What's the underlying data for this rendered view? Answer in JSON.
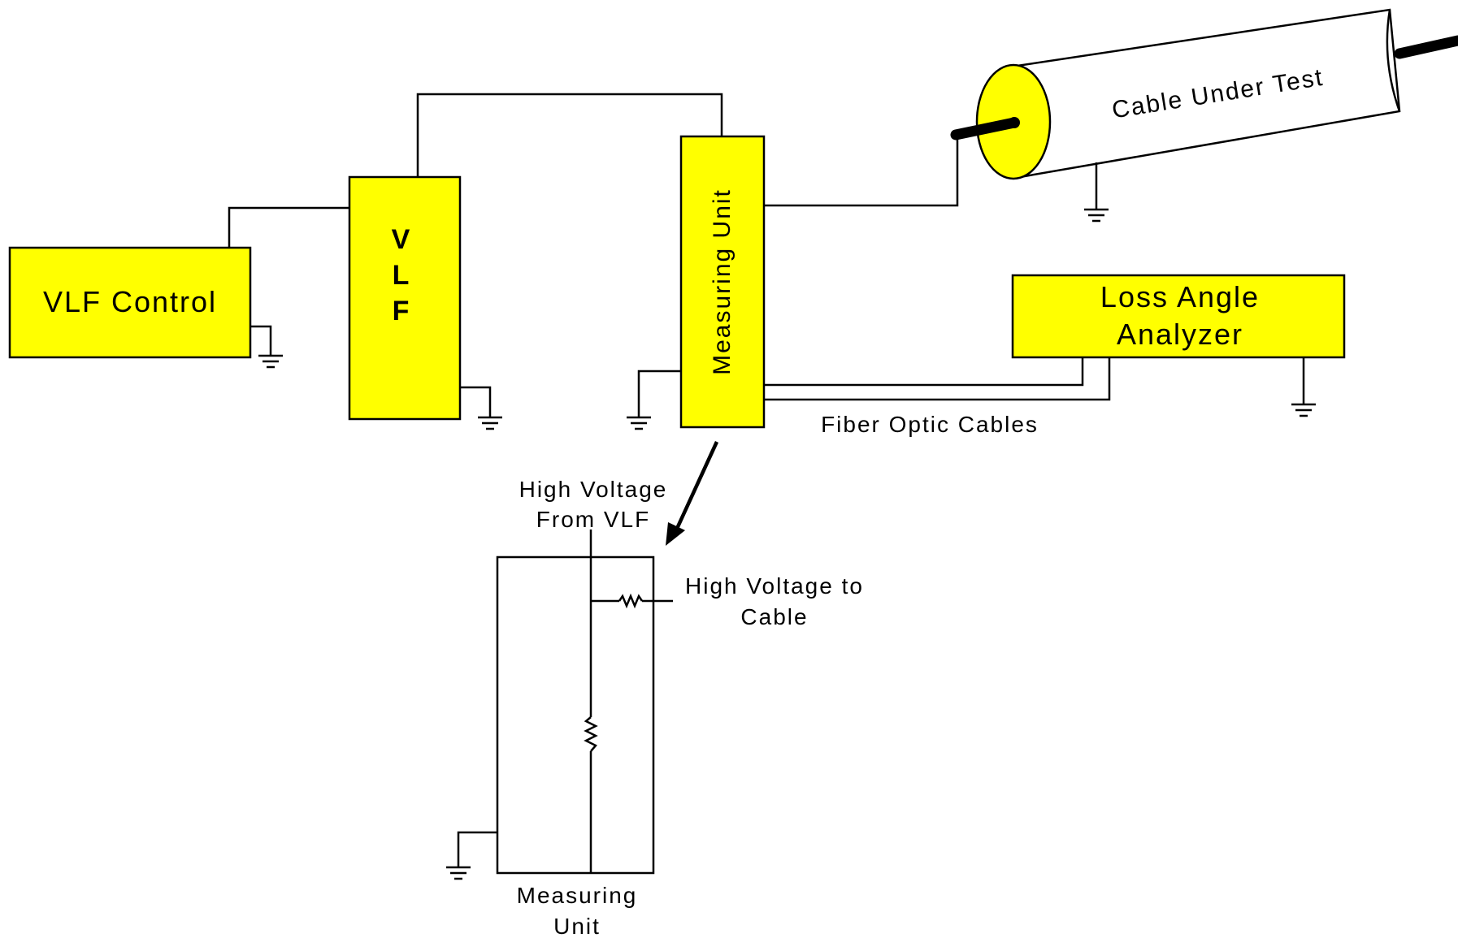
{
  "colors": {
    "box_fill": "#ffff00",
    "stroke": "#000000",
    "cable_end": "#ffff00"
  },
  "vlf_control": {
    "label": "VLF Control"
  },
  "vlf": {
    "letters": [
      "V",
      "L",
      "F"
    ]
  },
  "measuring_unit": {
    "label": "Measuring Unit"
  },
  "loss_angle_analyzer": {
    "line1": "Loss Angle",
    "line2": "Analyzer"
  },
  "cable": {
    "label": "Cable Under Test"
  },
  "fiber_label": "Fiber Optic Cables",
  "detail": {
    "hv_from_line1": "High Voltage",
    "hv_from_line2": "From VLF",
    "hv_to_line1": "High Voltage to",
    "hv_to_line2": "Cable",
    "unit_line1": "Measuring",
    "unit_line2": "Unit"
  },
  "icons": [
    "ground-icon",
    "resistor-icon",
    "arrow-icon"
  ]
}
